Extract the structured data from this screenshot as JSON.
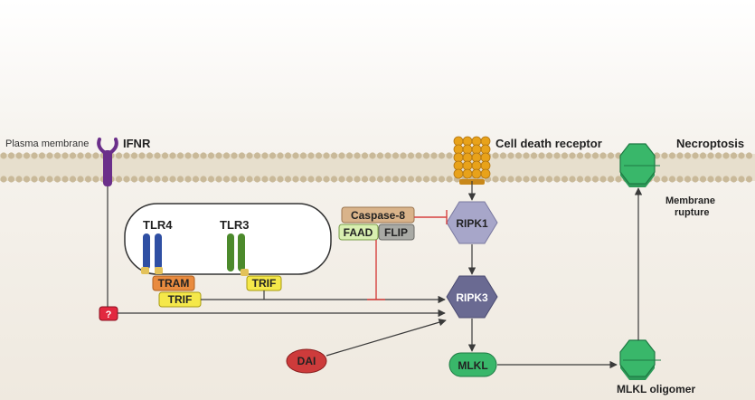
{
  "membrane": {
    "plasma_membrane_label": "Plasma membrane"
  },
  "labels": {
    "ifnr": "IFNR",
    "cell_death_receptor": "Cell death receptor",
    "necroptosis": "Necroptosis",
    "membrane_rupture_line1": "Membrane",
    "membrane_rupture_line2": "rupture",
    "mlkl_oligomer": "MLKL oligomer"
  },
  "nodes": {
    "tlr4": "TLR4",
    "tlr3": "TLR3",
    "tram": "TRAM",
    "trif_tlr4": "TRIF",
    "trif_tlr3": "TRIF",
    "caspase8": "Caspase-8",
    "faad": "FAAD",
    "flip": "FLIP",
    "ripk1": "RIPK1",
    "ripk3": "RIPK3",
    "mlkl": "MLKL",
    "dai": "DAI",
    "unknown": "?"
  },
  "colors": {
    "membrane_head": "#c9b999",
    "membrane_band": "#e7dfcd",
    "cytoplasm": "#f1ece4",
    "ifnr": "#6b2f8a",
    "receptor": "#e8a21a",
    "tlr4": "#2f4fa3",
    "tlr3": "#4c8a2c",
    "tram": "#e98b3f",
    "trif": "#f5e84a",
    "caspase8": "#d9b38a",
    "faad": "#d8efb0",
    "flip": "#a9aaa5",
    "ripk1": "#a7a6c9",
    "ripk3": "#6a6a92",
    "mlkl": "#39b76a",
    "dai": "#cd3b3b",
    "unknown": "#e2283f",
    "inhibition": "#d6403e"
  }
}
